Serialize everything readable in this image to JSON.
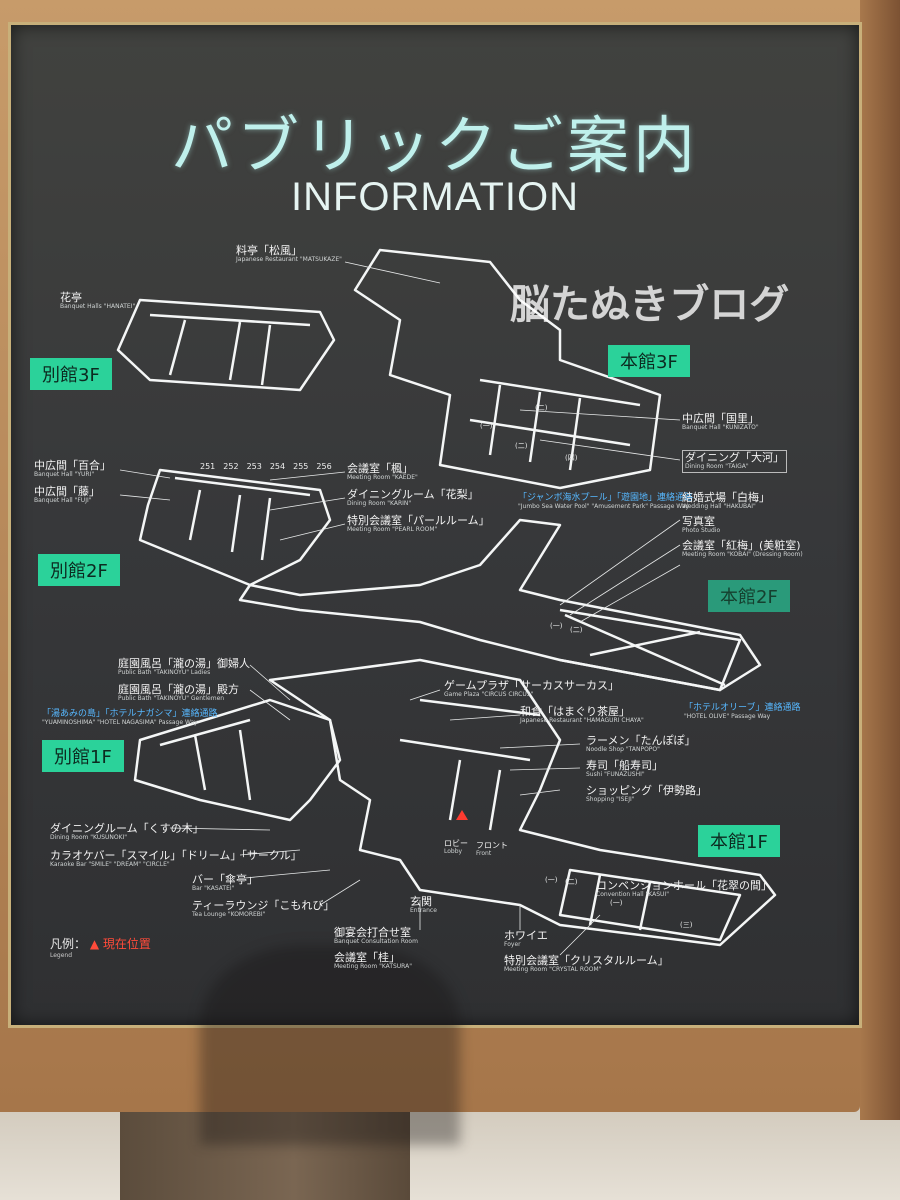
{
  "sign": {
    "title_jp": "パブリックご案内",
    "title_en": "INFORMATION",
    "watermark": "脳たぬきブログ",
    "floors": {
      "bekkan3f": "別館3F",
      "honkan3f": "本館3F",
      "bekkan2f": "別館2F",
      "honkan2f": "本館2F",
      "bekkan1f": "別館1F",
      "honkan1f": "本館1F"
    },
    "room_numbers": [
      "251",
      "252",
      "253",
      "254",
      "255",
      "256"
    ],
    "legend": {
      "label": "凡例：",
      "label_en": "Legend",
      "mark": "▲",
      "text": "現在位置"
    }
  },
  "labels": {
    "matsukaze": {
      "jp": "料亭「松風」",
      "en": "Japanese Restaurant \"MATSUKAZE\""
    },
    "hanatei": {
      "jp": "花亭",
      "en": "Banquet Halls \"HANATEI\""
    },
    "kunizato": {
      "jp": "中広間「国里」",
      "en": "Banquet Hall \"KUNIZATO\""
    },
    "taiga": {
      "jp": "ダイニング「大河」",
      "en": "Dining Room \"TAIGA\""
    },
    "yuri": {
      "jp": "中広間「百合」",
      "en": "Banquet Hall \"YURI\""
    },
    "fuji": {
      "jp": "中広間「藤」",
      "en": "Banquet Hall \"FUJI\""
    },
    "kaede": {
      "jp": "会議室「楓」",
      "en": "Meeting Room \"KAEDE\""
    },
    "karin": {
      "jp": "ダイニングルーム「花梨」",
      "en": "Dining Room \"KARIN\""
    },
    "pearl": {
      "jp": "特別会議室「パールルーム」",
      "en": "Meeting Room \"PEARL ROOM\""
    },
    "jumbo": {
      "jp": "「ジャンボ海水プール」「遊園地」連絡通路",
      "en": "\"Jumbo Sea Water Pool\" \"Amusement Park\" Passage Way"
    },
    "hakubai": {
      "jp": "結婚式場「白梅」",
      "en": "Wedding Hall \"HAKUBAI\""
    },
    "photo": {
      "jp": "写真室",
      "en": "Photo Studio"
    },
    "kobai": {
      "jp": "会議室「紅梅」(美粧室)",
      "en": "Meeting Room \"KOBAI\" (Dressing Room)"
    },
    "takinoyu_l": {
      "jp": "庭園風呂「瀧の湯」御婦人",
      "en": "Public Bath \"TAKINOYU\" Ladies"
    },
    "takinoyu_g": {
      "jp": "庭園風呂「瀧の湯」殿方",
      "en": "Public Bath \"TAKINOYU\" Gentlemen"
    },
    "circus": {
      "jp": "ゲームプラザ「サーカスサーカス」",
      "en": "Game Plaza \"CIRCUS CIRCUS\""
    },
    "yuamin": {
      "jp": "「湯あみの島」「ホテルナガシマ」連絡通路",
      "en": "\"YUAMINOSHIMA\" \"HOTEL NAGASIMA\" Passage Way"
    },
    "hamaguri": {
      "jp": "和食「はまぐり茶屋」",
      "en": "Japanese Restaurant \"HAMAGURI CHAYA\""
    },
    "olive": {
      "jp": "「ホテルオリーブ」連絡通路",
      "en": "\"HOTEL OLIVE\" Passage Way"
    },
    "tanpopo": {
      "jp": "ラーメン「たんぽぽ」",
      "en": "Noodle Shop \"TANPOPO\""
    },
    "funazushi": {
      "jp": "寿司「船寿司」",
      "en": "Sushi \"FUNAZUSHI\""
    },
    "iseji": {
      "jp": "ショッピング「伊勢路」",
      "en": "Shopping \"ISEJI\""
    },
    "kusunoki": {
      "jp": "ダイニングルーム「くすの木」",
      "en": "Dining Room \"KUSUNOKI\""
    },
    "karaoke": {
      "jp": "カラオケバー「スマイル」「ドリーム」「サークル」",
      "en": "Karaoke Bar \"SMILE\" \"DREAM\" \"CIRCLE\""
    },
    "kasatei": {
      "jp": "バー「傘亭」",
      "en": "Bar \"KASATEI\""
    },
    "komorebi": {
      "jp": "ティーラウンジ「こもれび」",
      "en": "Tea Lounge \"KOMOREBI\""
    },
    "lobby": {
      "jp": "ロビー",
      "en": "Lobby"
    },
    "front": {
      "jp": "フロント",
      "en": "Front"
    },
    "entrance": {
      "jp": "玄関",
      "en": "Entrance"
    },
    "kasui": {
      "jp": "コンベンションホール「花翠の間」",
      "en": "Convention Hall \"KASUI\""
    },
    "consult": {
      "jp": "御宴会打合せ室",
      "en": "Banquet Consultation Room"
    },
    "foyer": {
      "jp": "ホワイエ",
      "en": "Foyer"
    },
    "katsura": {
      "jp": "会議室「桂」",
      "en": "Meeting Room \"KATSURA\""
    },
    "crystal": {
      "jp": "特別会議室「クリスタルルーム」",
      "en": "Meeting Room \"CRYSTAL ROOM\""
    }
  }
}
